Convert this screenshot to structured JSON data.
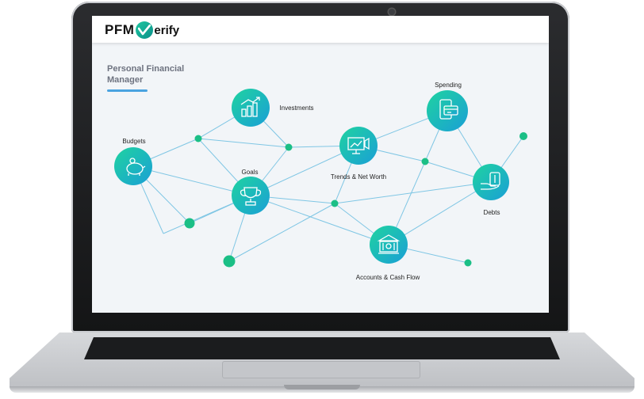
{
  "header": {
    "logo_prefix": "PFM",
    "logo_suffix": "erify"
  },
  "page": {
    "title_line1": "Personal Financial",
    "title_line2": "Manager"
  },
  "nodes": [
    {
      "id": "budgets",
      "label": "Budgets",
      "icon": "piggy-bank-icon"
    },
    {
      "id": "investments",
      "label": "Investments",
      "icon": "bar-chart-icon"
    },
    {
      "id": "goals",
      "label": "Goals",
      "icon": "trophy-icon"
    },
    {
      "id": "trends",
      "label": "Trends & Net Worth",
      "icon": "trend-monitor-icon"
    },
    {
      "id": "spending",
      "label": "Spending",
      "icon": "credit-card-icon"
    },
    {
      "id": "debts",
      "label": "Debts",
      "icon": "money-hand-icon"
    },
    {
      "id": "accounts",
      "label": "Accounts & Cash Flow",
      "icon": "bank-icon"
    }
  ],
  "colors": {
    "node_gradient_start": "#1fd3a0",
    "node_gradient_end": "#1a9fd6",
    "edge": "#7fc6e4",
    "dot": "#1bbf86",
    "underline": "#4aa3e0"
  }
}
